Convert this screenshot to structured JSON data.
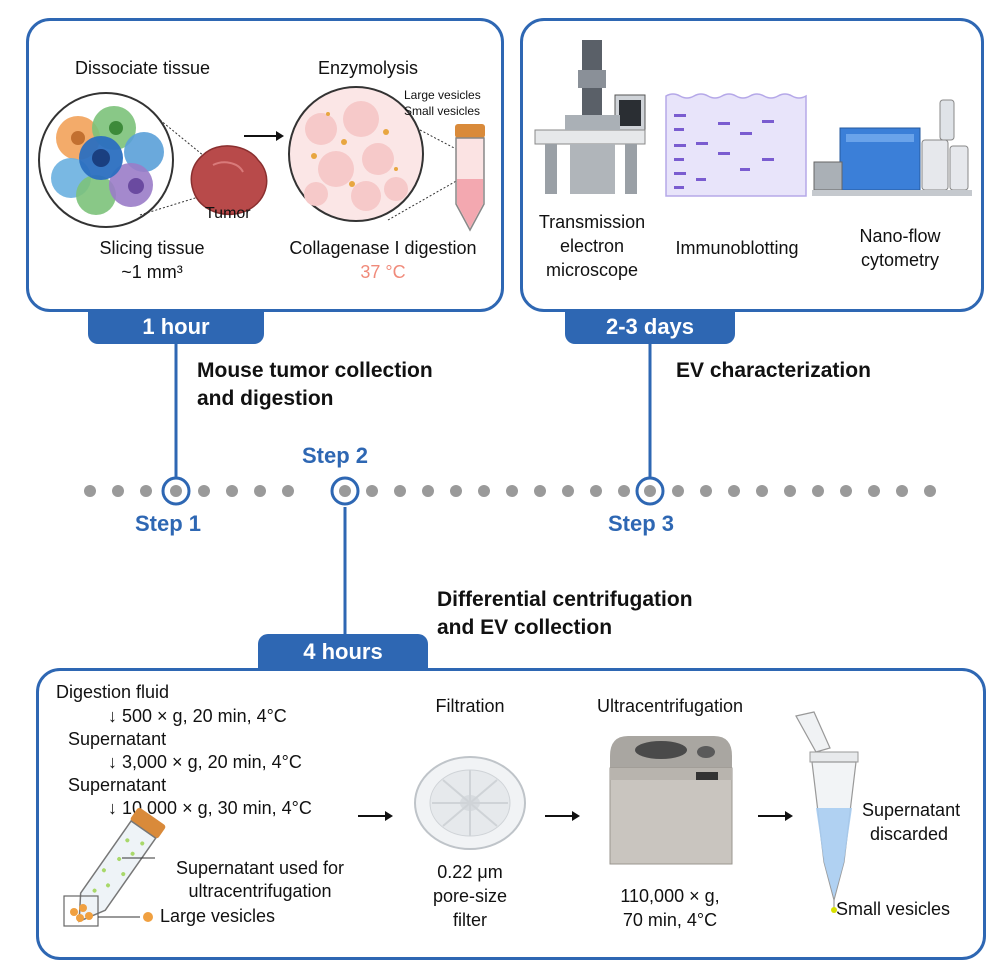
{
  "top_left": {
    "dissociate": "Dissociate tissue",
    "enzymolysis": "Enzymolysis",
    "large_vesicles": "Large vesicles",
    "small_vesicles": "Small vesicles",
    "tumor": "Tumor",
    "slicing_1": "Slicing tissue",
    "slicing_2": "~1 mm³",
    "collagenase": "Collagenase I digestion",
    "temp": "37 °C",
    "time": "1 hour"
  },
  "top_right": {
    "tem_1": "Transmission",
    "tem_2": "electron",
    "tem_3": "microscope",
    "immuno": "Immunoblotting",
    "nano_1": "Nano-flow",
    "nano_2": "cytometry",
    "time": "2-3 days"
  },
  "timeline": {
    "step1": "Step 1",
    "step2": "Step 2",
    "step3": "Step 3",
    "desc1_l1": "Mouse tumor collection",
    "desc1_l2": "and digestion",
    "desc3": "EV characterization",
    "desc2_l1": "Differential centrifugation",
    "desc2_l2": "and EV collection"
  },
  "bottom": {
    "time": "4 hours",
    "fluid": "Digestion fluid",
    "spin1": "500 × g, 20 min, 4°C",
    "sup1": "Supernatant",
    "spin2": "3,000 × g, 20 min, 4°C",
    "sup2": "Supernatant",
    "spin3": "10,000 × g, 30 min, 4°C",
    "sup_used_1": "Supernatant used for",
    "sup_used_2": "ultracentrifugation",
    "large_vesicles": "Large vesicles",
    "filtration": "Filtration",
    "filter_1": "0.22 μm",
    "filter_2": "pore-size",
    "filter_3": "filter",
    "ultra": "Ultracentrifugation",
    "ultra_spec_1": "110,000 × g,",
    "ultra_spec_2": "70 min, 4°C",
    "discard_1": "Supernatant",
    "discard_2": "discarded",
    "small_vesicles": "Small vesicles"
  },
  "colors": {
    "accent": "#2e67b3",
    "temp": "#f08a7a"
  }
}
